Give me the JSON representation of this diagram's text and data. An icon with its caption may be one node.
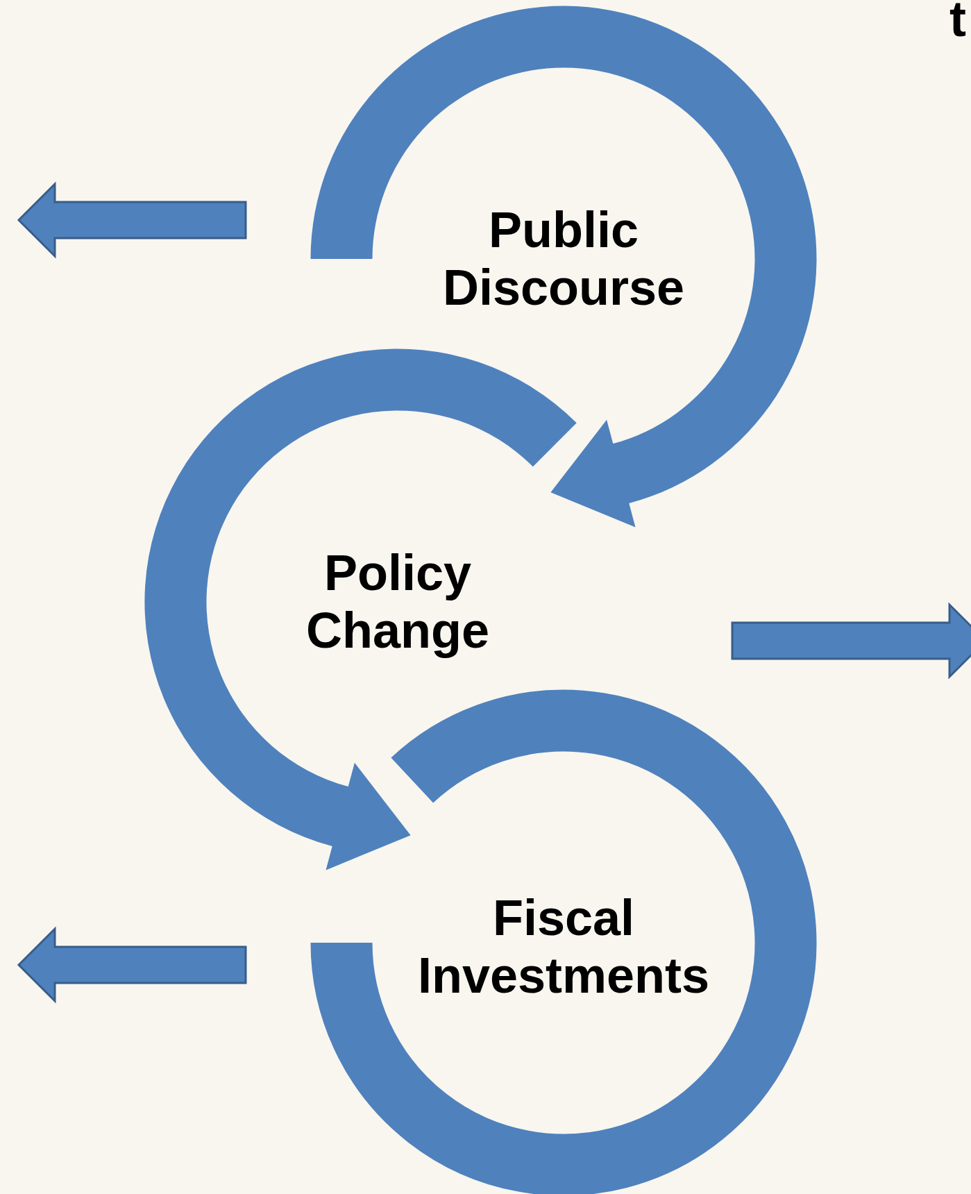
{
  "diagram": {
    "nodes": [
      {
        "text": [
          "Public Discourse"
        ]
      },
      {
        "text": [
          "Policy Change"
        ]
      },
      {
        "text": [
          "Fiscal Investments"
        ]
      }
    ],
    "edges": [
      {
        "from": 0,
        "to": 1,
        "arrow": "to"
      },
      {
        "from": 1,
        "to": 2,
        "arrow": "to"
      }
    ],
    "labels": [
      "t"
    ]
  }
}
